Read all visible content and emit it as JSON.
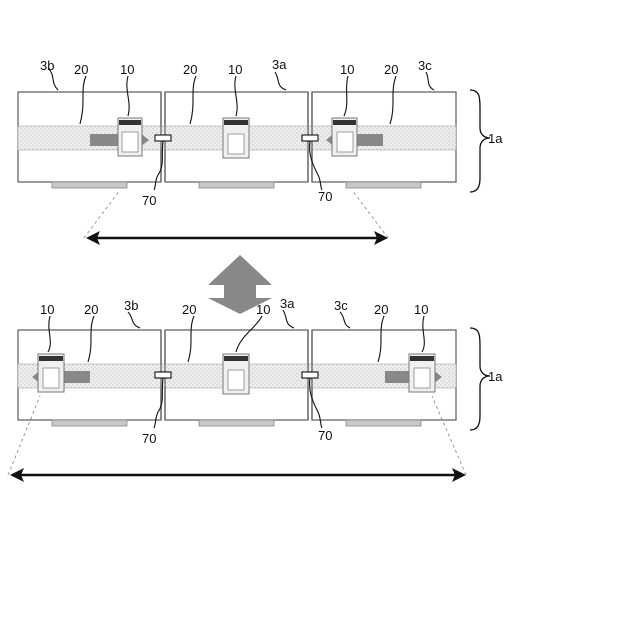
{
  "top": {
    "labels": {
      "module_left": "3b",
      "module_center": "3a",
      "module_right": "3c",
      "rail_1": "20",
      "rail_2": "20",
      "rail_3": "20",
      "slider_1": "10",
      "slider_2": "10",
      "slider_3": "10",
      "connector_left": "70",
      "connector_right": "70",
      "assembly": "1a"
    }
  },
  "bottom": {
    "labels": {
      "slider_left": "10",
      "rail_left": "20",
      "module_left": "3b",
      "rail_center": "20",
      "slider_center": "10",
      "module_center": "3a",
      "module_right": "3c",
      "rail_right": "20",
      "slider_right": "10",
      "connector_left": "70",
      "connector_right": "70",
      "assembly": "1a"
    }
  },
  "colors": {
    "box_stroke": "#666666",
    "band_dots": "#9a9a9a",
    "arrow_fill": "#888888",
    "base_fill": "#c8c8c8"
  }
}
